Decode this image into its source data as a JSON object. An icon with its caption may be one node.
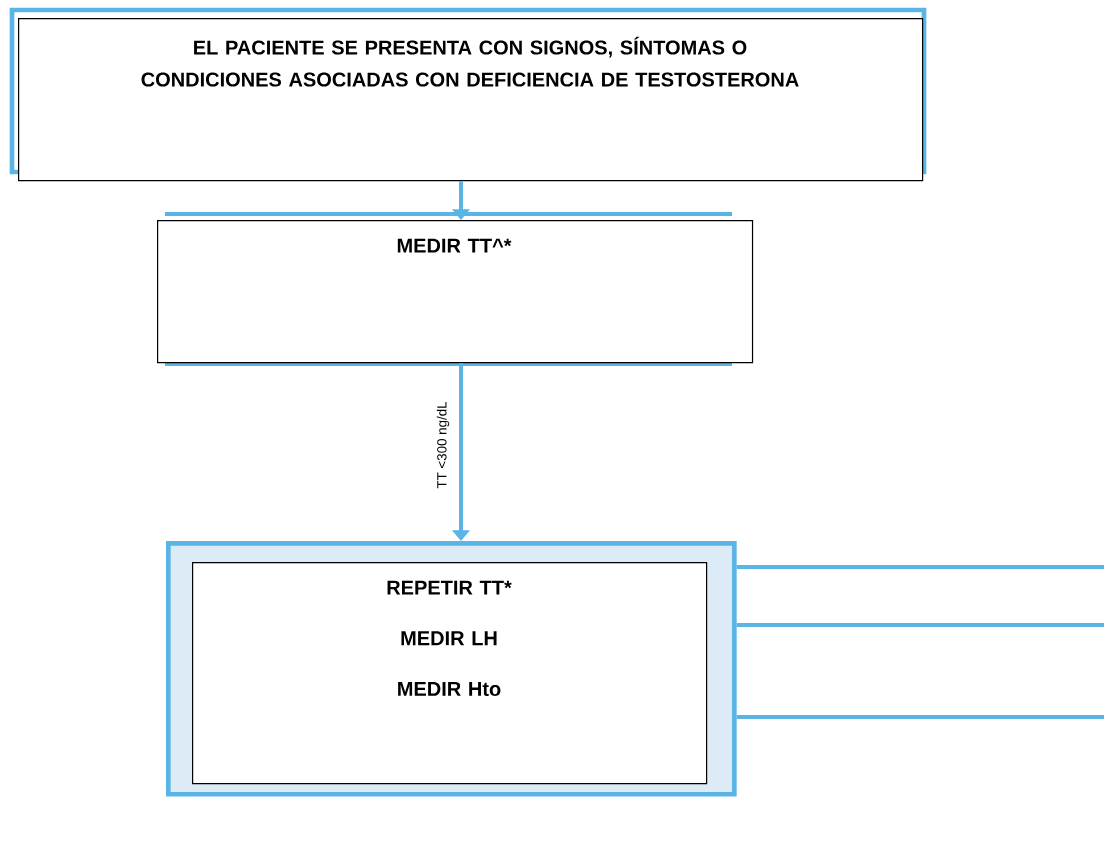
{
  "diagram": {
    "nodes": [
      {
        "text": [
          "EL PACIENTE SE PRESENTA CON SIGNOS, SÍNTOMAS O CONDICIONES ASOCIADAS CON DEFICIENCIA DE TESTOSTERONA"
        ]
      },
      {
        "text": [
          "MEDIR TT^*"
        ]
      },
      {
        "text": [],
        "shape": "box"
      },
      {
        "text": [
          "REPETIR TT*",
          "MEDIR LH",
          "MEDIR Hto"
        ],
        "in": 2
      }
    ],
    "edges": [
      {
        "from": 0,
        "to": 1,
        "arrow": "to"
      },
      {
        "from": 1,
        "to": 2,
        "arrow": "to",
        "label": "TT  <300 ng/dL"
      },
      {
        "from": 2,
        "to": null,
        "arrow": "none"
      },
      {
        "from": 2,
        "to": null,
        "arrow": "none"
      },
      {
        "from": 2,
        "to": null,
        "arrow": "none"
      }
    ]
  }
}
